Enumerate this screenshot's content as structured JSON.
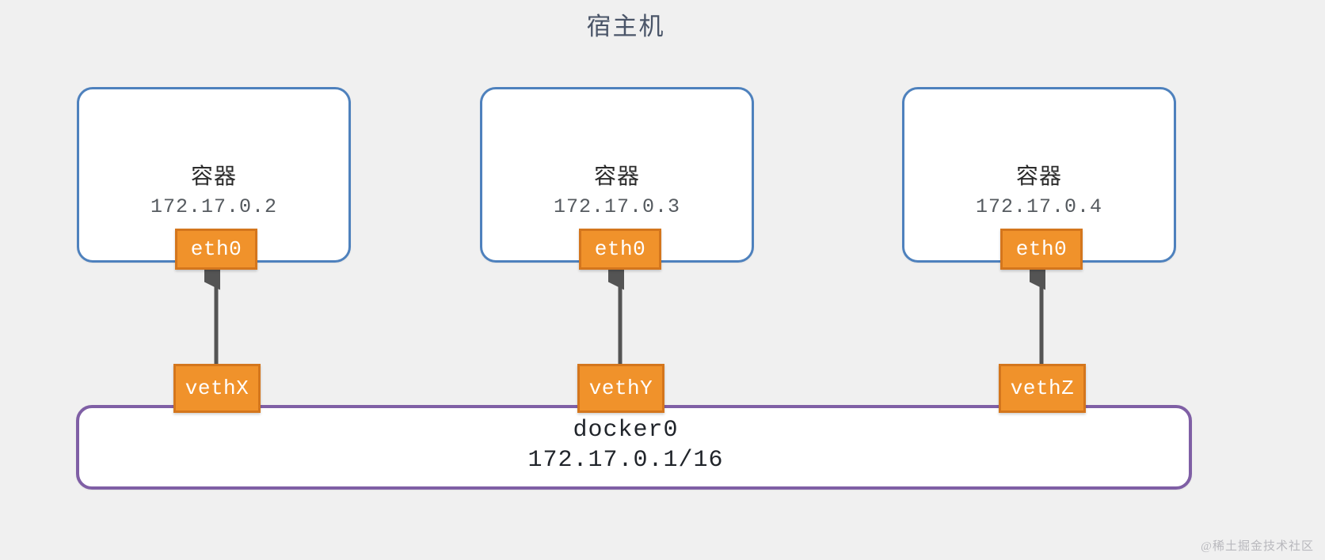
{
  "diagram": {
    "title": "宿主机",
    "watermark": "@稀土掘金技术社区",
    "colors": {
      "background": "#f0f0f0",
      "container_border": "#4e81bd",
      "bridge_border": "#7f5fa5",
      "interface_fill": "#f0922b",
      "interface_border": "#d4761d",
      "arrow": "#545454",
      "title_text": "#4a5568"
    },
    "containers": [
      {
        "label": "容器",
        "ip": "172.17.0.2",
        "interface": "eth0",
        "veth": "vethX"
      },
      {
        "label": "容器",
        "ip": "172.17.0.3",
        "interface": "eth0",
        "veth": "vethY"
      },
      {
        "label": "容器",
        "ip": "172.17.0.4",
        "interface": "eth0",
        "veth": "vethZ"
      }
    ],
    "bridge": {
      "name": "docker0",
      "ip": "172.17.0.1/16"
    }
  }
}
